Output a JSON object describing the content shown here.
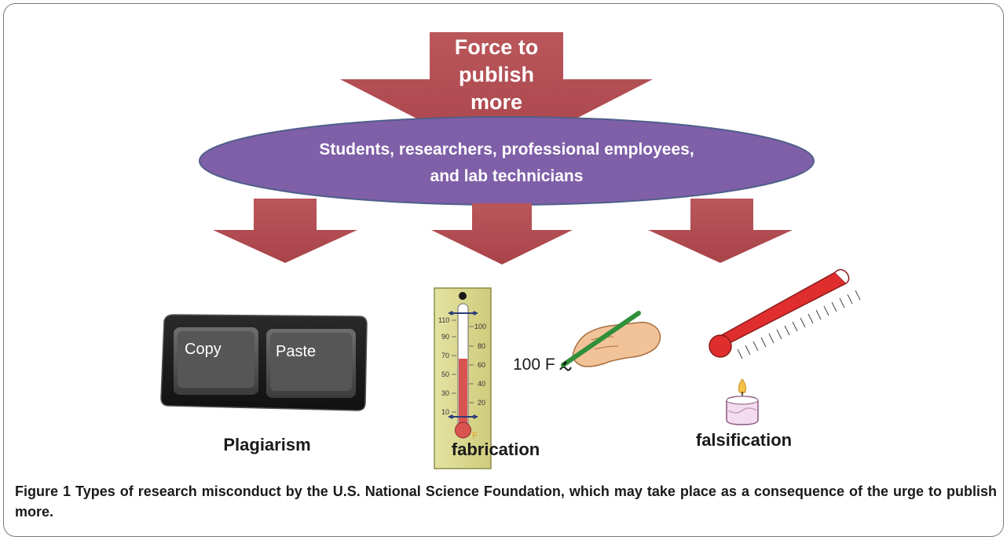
{
  "diagram": {
    "top_arrow": {
      "line1": "Force to",
      "line2": "publish",
      "line3": "more"
    },
    "ellipse": {
      "line1": "Students, researchers, professional employees,",
      "line2": "and lab technicians"
    },
    "keyboard": {
      "key1": "Copy",
      "key2": "Paste"
    },
    "thermometer": {
      "left_scale": [
        "110",
        "90",
        "70",
        "50",
        "30",
        "10"
      ],
      "right_scale": [
        "100",
        "80",
        "60",
        "40",
        "20"
      ],
      "unit": "F"
    },
    "handwritten_value": "100 F",
    "labels": {
      "plagiarism": "Plagiarism",
      "fabrication": "fabrication",
      "falsification": "falsification"
    },
    "colors": {
      "arrow": "#b04a4e",
      "ellipse": "#7f5fa8",
      "ellipse_border": "#4f5f8a"
    }
  },
  "caption": {
    "label": "Figure 1",
    "text": "Types of research misconduct by the U.S. National Science Foundation, which may take place as a consequence of the urge to publish more."
  }
}
